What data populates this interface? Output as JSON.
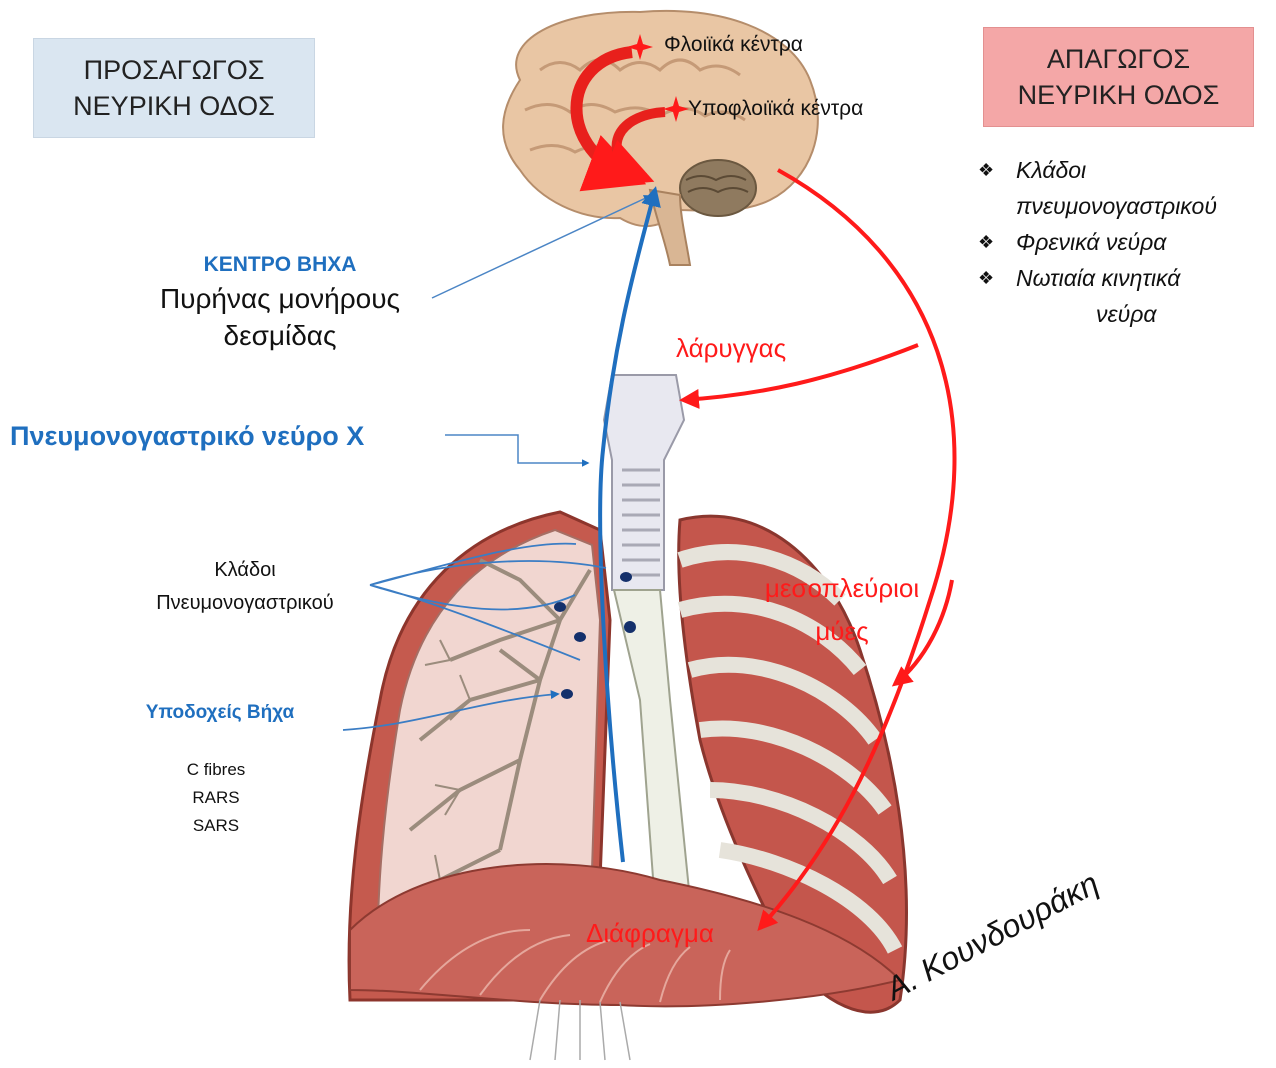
{
  "afferent_box": {
    "line1": "ΠΡΟΣΑΓΩΓΟΣ",
    "line2": "ΝΕΥΡΙΚΗ ΟΔΟΣ"
  },
  "efferent_box": {
    "line1": "ΑΠΑΓΩΓΟΣ",
    "line2": "ΝΕΥΡΙΚΗ ΟΔΟΣ"
  },
  "efferent_list": [
    {
      "line1": "Κλάδοι",
      "line2": "πνευμονογαστρικού"
    },
    {
      "line1": "Φρενικά νεύρα",
      "line2": ""
    },
    {
      "line1": "Νωτιαία κινητικά",
      "line2": "νεύρα"
    }
  ],
  "bullet_symbol": "❖",
  "brain_labels": {
    "cortical": "Φλοιϊκά κέντρα",
    "subcortical": "Υποφλοιϊκά κέντρα"
  },
  "cough_center": {
    "title": "ΚΕΝΤΡΟ ΒΗΧΑ",
    "line1": "Πυρήνας μονήρους",
    "line2": "δεσμίδας"
  },
  "vagus_label": "Πνευμονογαστρικό νεύρο Χ",
  "vagus_branches": {
    "line1": "Κλάδοι",
    "line2": "Πνευμονογαστρικού"
  },
  "cough_receptors": {
    "title": "Υποδοχείς Βήχα",
    "items": [
      "C fibres",
      "RARS",
      "SARS"
    ]
  },
  "targets": {
    "larynx": "λάρυγγας",
    "intercostal_line1": "μεσοπλεύριοι",
    "intercostal_line2": "μύες",
    "diaphragm": "Διάφραγμα"
  },
  "signature": "Α. Κουνδουράκη",
  "colors": {
    "afferent": "#1f6fbf",
    "efferent": "#ff1a1a",
    "afferent_box": "#dae6f1",
    "efferent_box": "#f4a7a7"
  }
}
